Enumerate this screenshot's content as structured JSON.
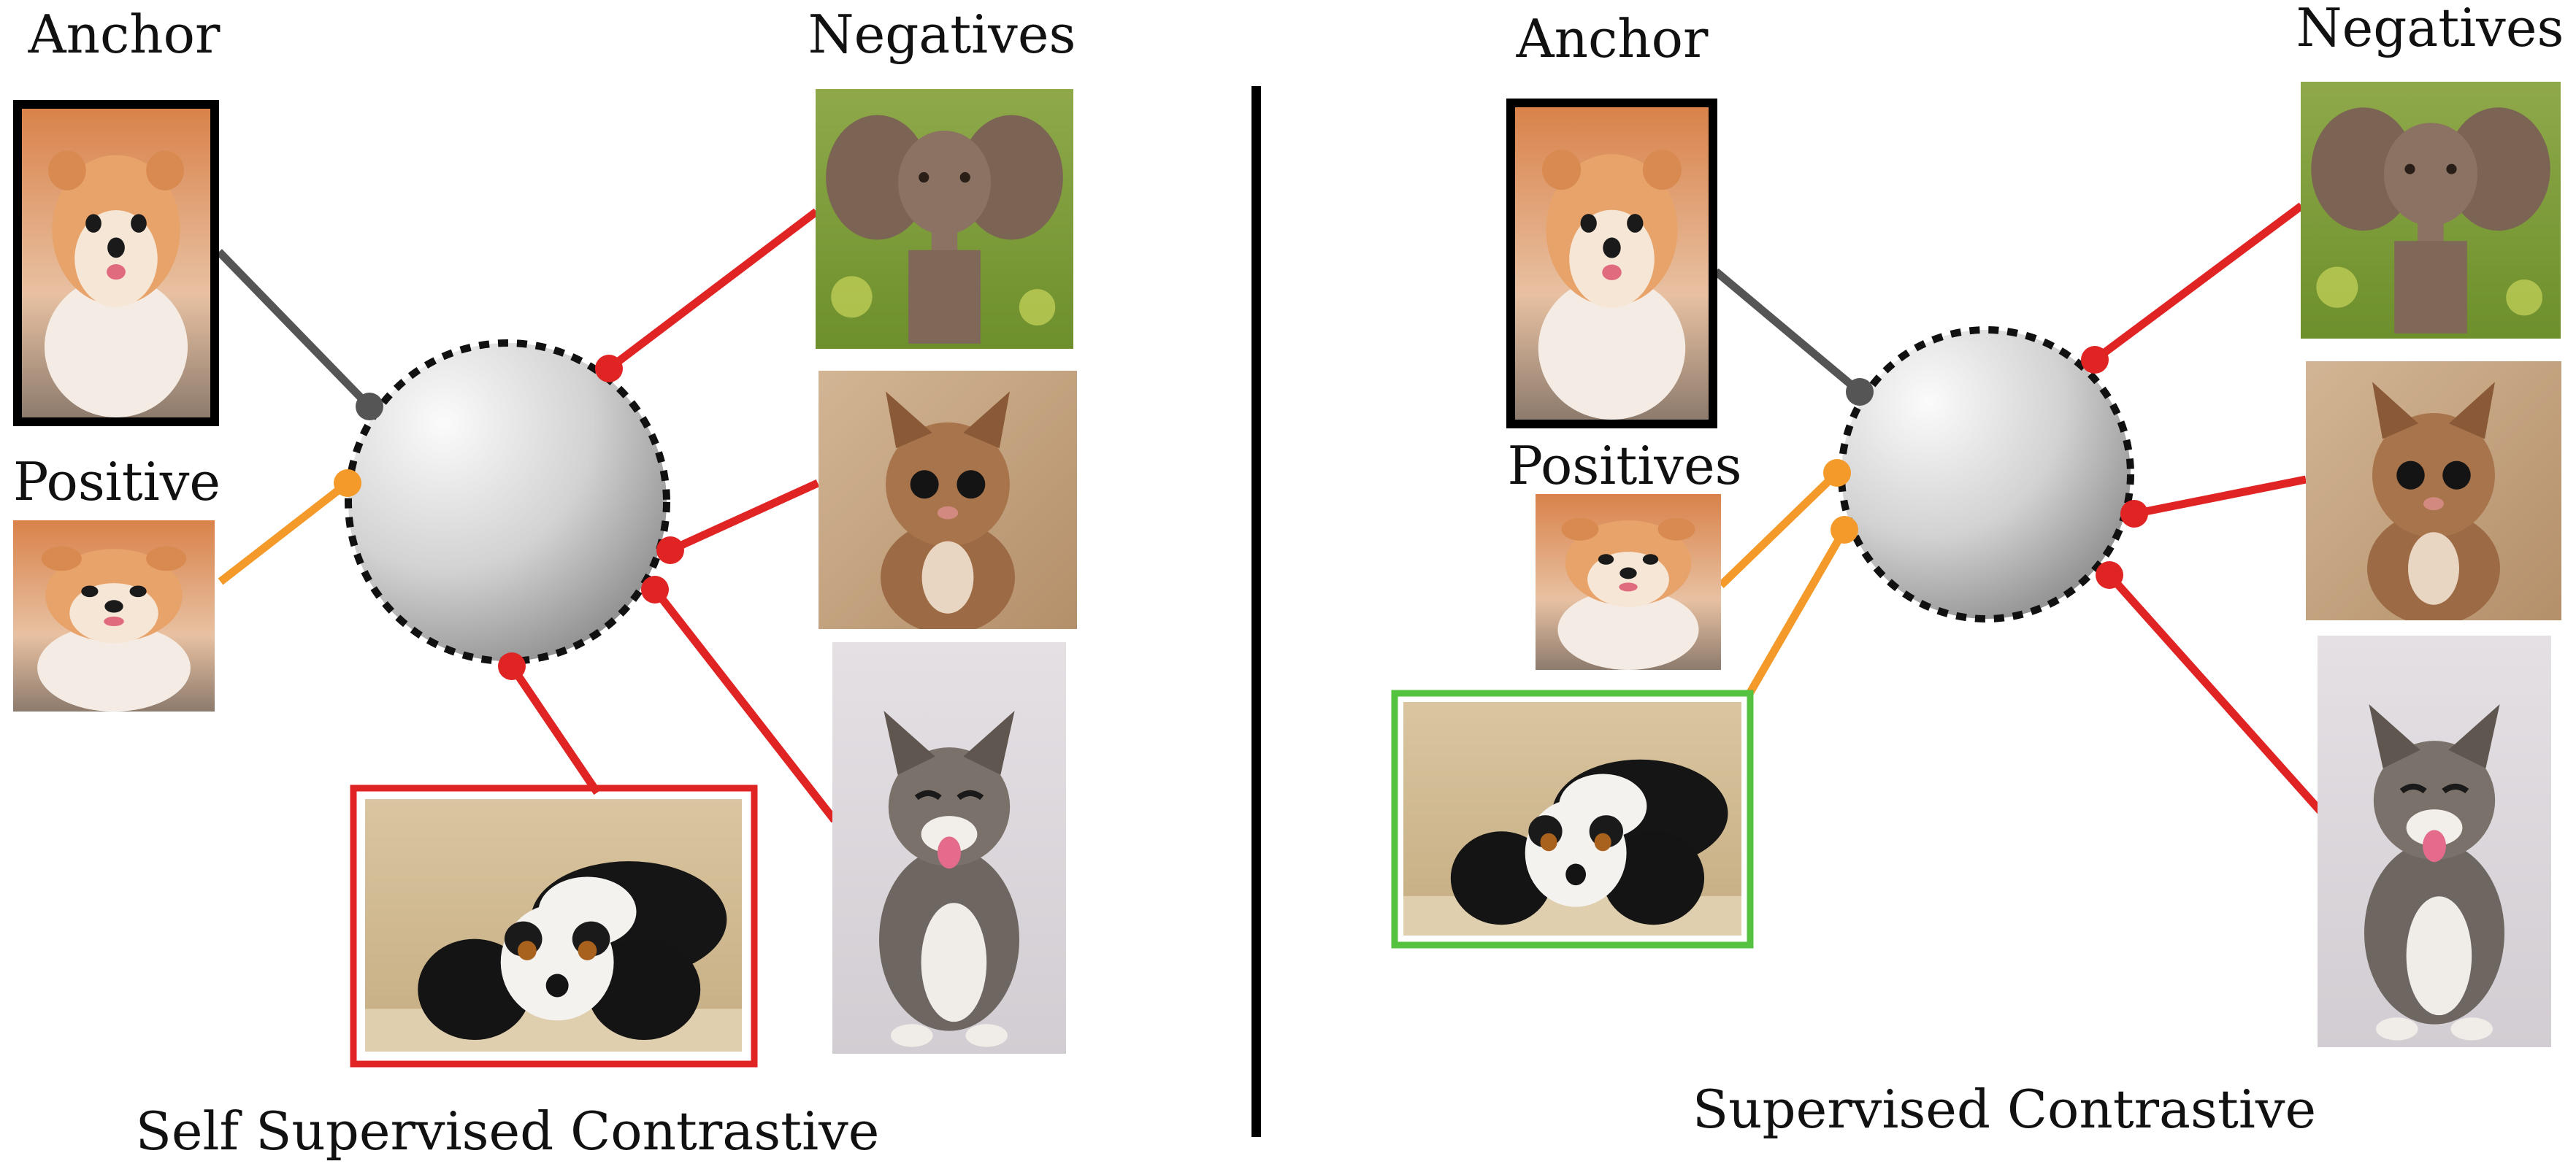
{
  "left_panel": {
    "anchor_label": "Anchor",
    "positive_label": "Positive",
    "negatives_label": "Negatives",
    "caption": "Self Supervised Contrastive",
    "images": {
      "anchor": "pomeranian puppy",
      "positive": "pomeranian puppy",
      "negative_1": "baby elephant",
      "negative_2": "brown kitten",
      "negative_3": "tabby kitten",
      "negative_4": "cavalier spaniel"
    }
  },
  "right_panel": {
    "anchor_label": "Anchor",
    "positives_label": "Positives",
    "negatives_label": "Negatives",
    "caption": "Supervised Contrastive",
    "images": {
      "anchor": "pomeranian puppy",
      "positive_1": "pomeranian puppy",
      "positive_2": "cavalier spaniel",
      "negative_1": "baby elephant",
      "negative_2": "brown kitten",
      "negative_3": "tabby kitten"
    }
  },
  "colors": {
    "anchor_link": "#555555",
    "positive_link": "#f39a2b",
    "negative_link": "#e02424",
    "false_negative_frame": "#e02424",
    "true_positive_frame": "#55c240",
    "divider": "#000000"
  },
  "icons": {
    "embedding": "embedding-sphere-icon",
    "pomeranian": "pomeranian-icon",
    "elephant": "elephant-icon",
    "kitten": "kitten-icon",
    "spaniel": "spaniel-icon"
  }
}
